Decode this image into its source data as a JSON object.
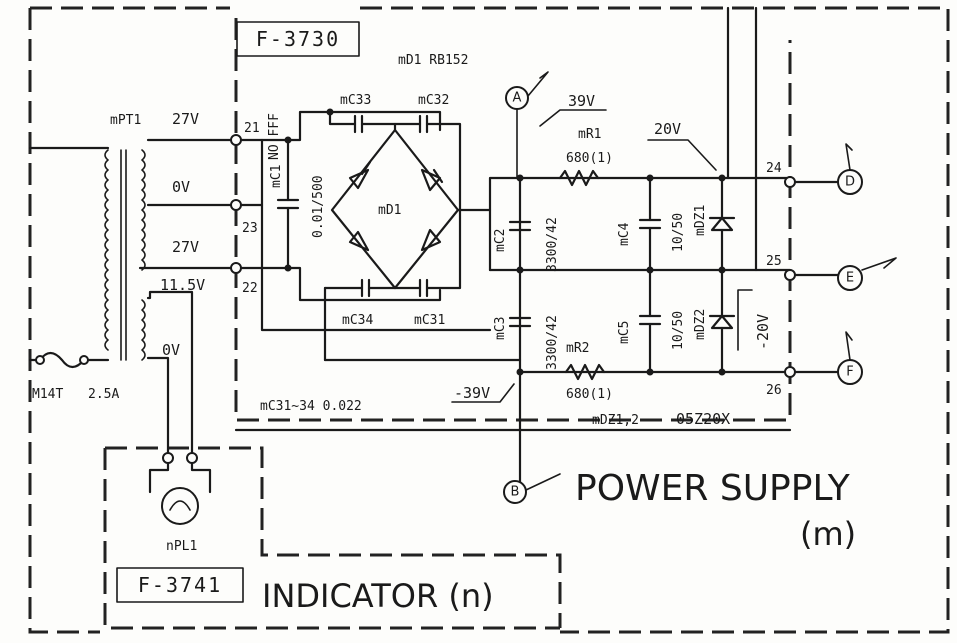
{
  "board_ids": {
    "main": "F-3730",
    "indicator": "F-3741"
  },
  "sections": {
    "power_supply": "POWER SUPPLY",
    "power_supply_sub": "(m)",
    "indicator": "INDICATOR (n)"
  },
  "components": {
    "bridge_pack": "mD1 RB152",
    "bridge": "mD1",
    "transformer": "mPT1",
    "fuse": "M14T",
    "fuse_rating": "2.5A",
    "lamp": "nPL1",
    "mc1": "mC1",
    "mc1_value": "0.01/500",
    "mc33": "mC33",
    "mc32": "mC32",
    "mc34": "mC34",
    "mc31": "mC31",
    "mc2": "mC2",
    "mc2_value": "3300/42",
    "mc3": "mC3",
    "mc3_value": "3300/42",
    "mc4": "mC4",
    "mc4_value": "10/50",
    "mc5": "mC5",
    "mc5_value": "10/50",
    "mr1": "mR1",
    "mr1_value": "680(1)",
    "mr2": "mR2",
    "mr2_value": "680(1)",
    "mdz1": "mDZ1",
    "mdz2": "mDZ2",
    "fl": "NO FFF",
    "caps_note": "mC31~34  0.022",
    "zener_note": "mDZ1,2",
    "zener_part": "05Z20X"
  },
  "voltages": {
    "v27_top": "27V",
    "v0": "0V",
    "v27_bot": "27V",
    "v11_5": "11.5V",
    "v0_b": "0V",
    "v39": "39V",
    "v20": "20V",
    "vm39": "-39V",
    "vm20": "-20V"
  },
  "pins": {
    "p21": "21",
    "p23": "23",
    "p22": "22",
    "p24": "24",
    "p25": "25",
    "p26": "26"
  },
  "test_points": {
    "a": "A",
    "b": "B",
    "d": "D",
    "e": "E",
    "f": "F"
  }
}
